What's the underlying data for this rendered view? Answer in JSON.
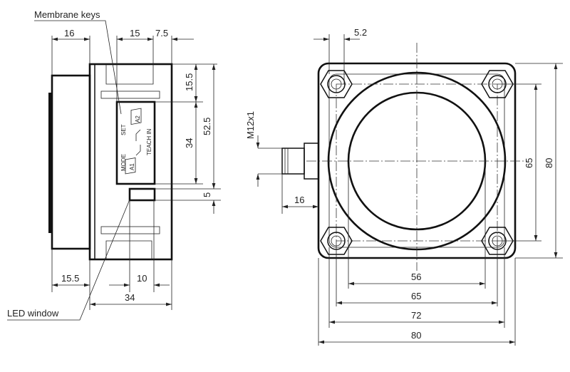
{
  "labels": {
    "membrane_keys": "Membrane keys",
    "led_window": "LED window",
    "thread": "M12x1"
  },
  "panel": {
    "mode": "MODE",
    "set": "SET",
    "teach_in": "TEACH IN",
    "key_a1": "A1",
    "key_a2": "A2"
  },
  "side_view_dims": {
    "top_left": "16",
    "top_mid": "15",
    "top_right": "7.5",
    "v_top": "15.5",
    "v_keys": "34",
    "v_total": "52.5",
    "v_led": "5",
    "bottom_left": "15.5",
    "bottom_led": "10",
    "bottom_width": "34"
  },
  "front_view_dims": {
    "hole": "5.2",
    "hole_spacing_v": "65",
    "height": "80",
    "face": "56",
    "hole_spacing_h": "65",
    "nut_span": "72",
    "width": "80",
    "connector": "16"
  }
}
